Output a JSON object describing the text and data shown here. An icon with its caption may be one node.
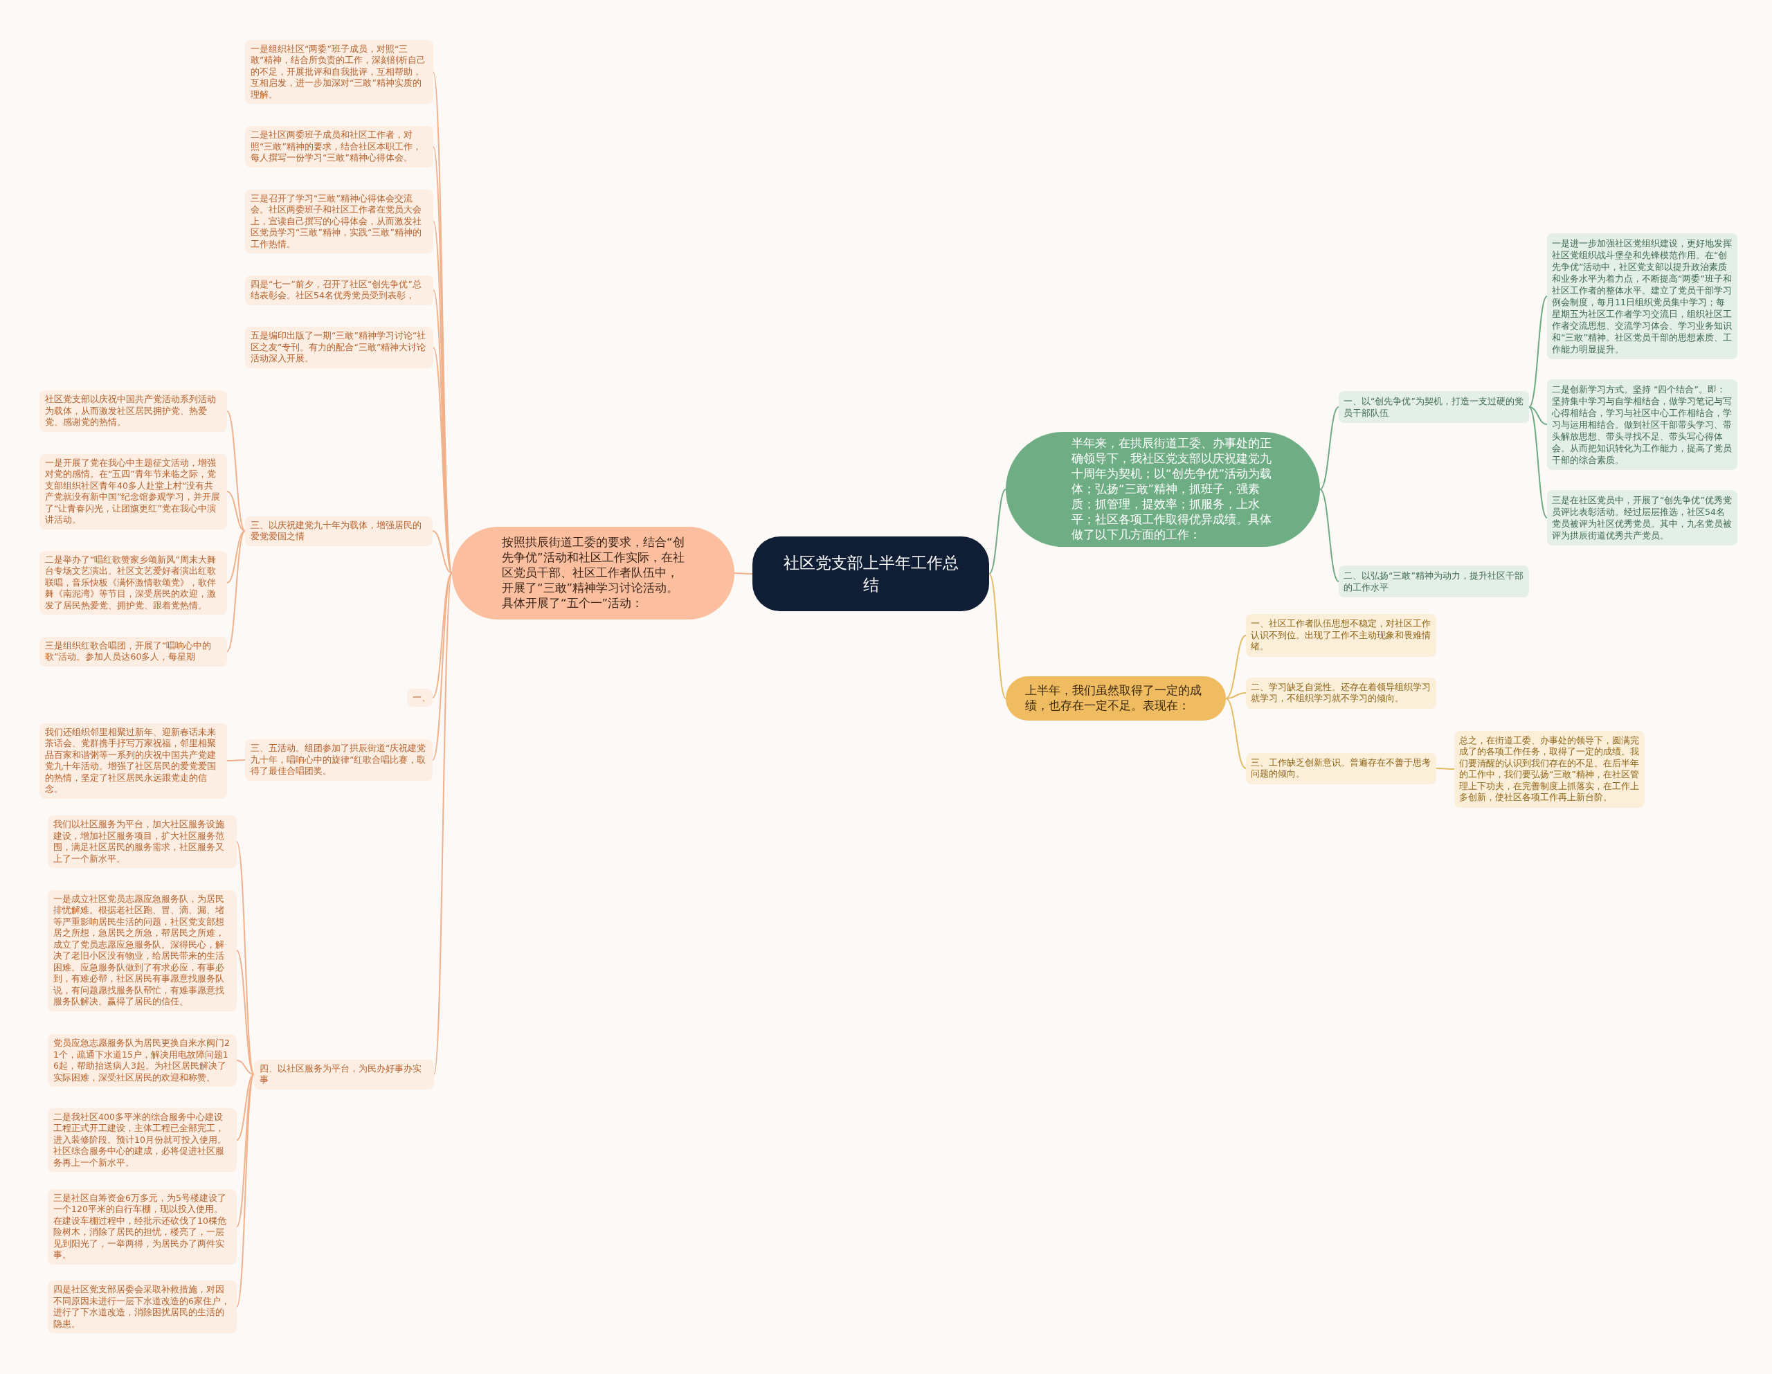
{
  "diagram": {
    "nodes": [
      {
        "text": [
          "社区党支部上半年工作总结"
        ]
      },
      {
        "text": [
          "按照拱辰街道工委的要求，结合“创先争优”活动和社区工作实际，在社区党员干部、社区工作者队伍中，开展了“三敢”精神学习讨论活动。具体开展了“五个一”活动："
        ]
      },
      {
        "text": [
          "一是组织社区“两委”班子成员，对照“三敢”精神，结合所负责的工作，深刻剖析自己的不足，开展批评和自我批评，互相帮助，互相启发，进一步加深对“三敢”精神实质的理解。"
        ]
      },
      {
        "text": [
          "二是社区两委班子成员和社区工作者，对照“三敢”精神的要求，结合社区本职工作，每人撰写一份学习“三敢”精神心得体会。"
        ]
      },
      {
        "text": [
          "三是召开了学习“三敢”精神心得体会交流会。社区两委班子和社区工作者在党员大会上，宣读自己撰写的心得体会，从而激发社区党员学习“三敢”精神，实践“三敢”精神的工作热情。"
        ]
      },
      {
        "text": [
          "四是“七一”前夕，召开了社区“创先争优”总结表彰会。社区54名优秀党员受到表彰，"
        ]
      },
      {
        "text": [
          "五是编印出版了一期“三敢”精神学习讨论“社区之友”专刊。有力的配合“三敢”精神大讨论活动深入开展。"
        ]
      },
      {
        "text": [
          "三、以庆祝建党九十年为载体，增强居民的爱党爱国之情"
        ]
      },
      {
        "text": [
          "社区党支部以庆祝中国共产党活动系列活动为载体，从而激发社区居民拥护党、热爱党、感谢党的热情。"
        ]
      },
      {
        "text": [
          "一是开展了党在我心中主题征文活动，增强对党的感情。在“五四”青年节来临之际，党支部组织社区青年40多人赴堂上村“没有共产党就没有新中国”纪念馆参观学习，并开展了“让青春闪光，让团旗更红”党在我心中演讲活动。"
        ]
      },
      {
        "text": [
          "二是举办了“唱红歌赞家乡颂新风”周末大舞台专场文艺演出。社区文艺爱好者演出红歌联唱，音乐快板《满怀激情歌颂党》，歌伴舞《南泥湾》等节目，深受居民的欢迎，激发了居民热爱党、拥护党、跟着党热情。"
        ]
      },
      {
        "text": [
          "三是组织红歌合唱团，开展了“唱响心中的歌”活动。参加人员达60多人，每星期"
        ]
      },
      {
        "text": [
          "一、"
        ]
      },
      {
        "text": [
          "三、五活动。组团参加了拱辰街道“庆祝建党九十年，唱响心中的旋律”红歌合唱比赛，取得了最佳合唱团奖。"
        ]
      },
      {
        "text": [
          "我们还组织邻里相聚过新年、迎新春话未来茶话会、党群携手抒写万家祝福，邻里相聚品百家和谐粥等一系列的庆祝中国共产党建党九十年活动。增强了社区居民的爱党爱国的热情，坚定了社区居民永远跟党走的信念。"
        ]
      },
      {
        "text": [
          "四、以社区服务为平台，为民办好事办实事"
        ]
      },
      {
        "text": [
          "我们以社区服务为平台，加大社区服务设施建设，增加社区服务项目，扩大社区服务范围，满足社区居民的服务需求，社区服务又上了一个新水平。"
        ]
      },
      {
        "text": [
          "一是成立社区党员志愿应急服务队，为居民排忧解难。根据老社区跑、冒、滴、漏、堵等严重影响居民生活的问题，社区党支部想居之所想，急居民之所急，帮居民之所难，成立了党员志愿应急服务队。深得民心，解决了老旧小区没有物业，给居民带来的生活困难。应急服务队做到了有求必应，有事必到，有难必帮，社区居民有事愿意找服务队说，有问题愿找服务队帮忙，有难事愿意找服务队解决。赢得了居民的信任。"
        ]
      },
      {
        "text": [
          "党员应急志愿服务队为居民更换自来水阀门21个，疏通下水道15户，解决用电故障问题16起，帮助抬送病人3起。为社区居民解决了实际困难，深受社区居民的欢迎和称赞。"
        ]
      },
      {
        "text": [
          "二是我社区400多平米的综合服务中心建设工程正式开工建设，主体工程已全部完工，进入装修阶段。预计10月份就可投入使用。社区综合服务中心的建成，必将促进社区服务再上一个新水平。"
        ]
      },
      {
        "text": [
          "三是社区自筹资金6万多元，为5号楼建设了一个120平米的自行车棚，现以投入使用。在建设车棚过程中，经批示还砍伐了10棵危险树木，消除了居民的担忧，楼亮了，一层见到阳光了，一举两得，为居民办了两件实事。"
        ]
      },
      {
        "text": [
          "四是社区党支部居委会采取补救措施，对因不同原因未进行一层下水道改造的6家住户，进行了下水道改造，消除困扰居民的生活的隐患。"
        ]
      },
      {
        "text": [
          "半年来，在拱辰街道工委、办事处的正确领导下，我社区党支部以庆祝建党九十周年为契机；以“创先争优”活动为载体；弘扬“三敢”精神，抓班子，强素质；抓管理，提效率；抓服务，上水平；社区各项工作取得优异成绩。具体做了以下几方面的工作："
        ]
      },
      {
        "text": [
          "一、以“创先争优”为契机，打造一支过硬的党员干部队伍"
        ]
      },
      {
        "text": [
          "一是进一步加强社区党组织建设，更好地发挥社区党组织战斗堡垒和先锋模范作用。在“创先争优”活动中，社区党支部以提升政治素质和业务水平为着力点，不断提高“两委”班子和社区工作者的整体水平。建立了党员干部学习例会制度，每月11日组织党员集中学习；每星期五为社区工作者学习交流日，组织社区工作者交流思想、交流学习体会、学习业务知识和“三敢”精神。社区党员干部的思想素质、工作能力明显提升。"
        ]
      },
      {
        "text": [
          "二是创新学习方式。坚持 “四个结合”。即：坚持集中学习与自学相结合，做学习笔记与写心得相结合，学习与社区中心工作相结合，学习与运用相结合。做到社区干部带头学习、带头解放思想、带头寻找不足、带头写心得体会。从而把知识转化为工作能力，提高了党员干部的综合素质。"
        ]
      },
      {
        "text": [
          "三是在社区党员中，开展了“创先争优”优秀党员评比表彰活动。经过层层推选，社区54名党员被评为社区优秀党员。其中，九名党员被评为拱辰街道优秀共产党员。"
        ]
      },
      {
        "text": [
          "二、以弘扬“三敢”精神为动力，提升社区干部的工作水平"
        ]
      },
      {
        "text": [
          "上半年，我们虽然取得了一定的成绩，也存在一定不足。表现在："
        ]
      },
      {
        "text": [
          "一、社区工作者队伍思想不稳定，对社区工作认识不到位。出现了工作不主动现象和畏难情绪。"
        ]
      },
      {
        "text": [
          "二、学习缺乏自觉性。还存在着领导组织学习就学习，不组织学习就不学习的倾向。"
        ]
      },
      {
        "text": [
          "三、工作缺乏创新意识。普遍存在不善于思考问题的倾向。"
        ]
      },
      {
        "text": [
          "总之，在街道工委、办事处的领导下，圆满完成了的各项工作任务，取得了一定的成绩。我们要清醒的认识到我们存在的不足。在后半年的工作中，我们要弘扬“三敢”精神，在社区管理上下功夫，在完善制度上抓落实，在工作上多创新，使社区各项工作再上新台阶。"
        ]
      }
    ],
    "edges": [
      {
        "from": 0,
        "to": 1,
        "arrow": "none"
      },
      {
        "from": 1,
        "to": 2,
        "arrow": "none"
      },
      {
        "from": 1,
        "to": 3,
        "arrow": "none"
      },
      {
        "from": 1,
        "to": 4,
        "arrow": "none"
      },
      {
        "from": 1,
        "to": 5,
        "arrow": "none"
      },
      {
        "from": 1,
        "to": 6,
        "arrow": "none"
      },
      {
        "from": 1,
        "to": 7,
        "arrow": "none"
      },
      {
        "from": 7,
        "to": 8,
        "arrow": "none"
      },
      {
        "from": 7,
        "to": 9,
        "arrow": "none"
      },
      {
        "from": 7,
        "to": 10,
        "arrow": "none"
      },
      {
        "from": 7,
        "to": 11,
        "arrow": "none"
      },
      {
        "from": 1,
        "to": 12,
        "arrow": "none"
      },
      {
        "from": 1,
        "to": 13,
        "arrow": "none"
      },
      {
        "from": 13,
        "to": 14,
        "arrow": "none"
      },
      {
        "from": 1,
        "to": 15,
        "arrow": "none"
      },
      {
        "from": 15,
        "to": 16,
        "arrow": "none"
      },
      {
        "from": 15,
        "to": 17,
        "arrow": "none"
      },
      {
        "from": 15,
        "to": 18,
        "arrow": "none"
      },
      {
        "from": 15,
        "to": 19,
        "arrow": "none"
      },
      {
        "from": 15,
        "to": 20,
        "arrow": "none"
      },
      {
        "from": 15,
        "to": 21,
        "arrow": "none"
      },
      {
        "from": 0,
        "to": 22,
        "arrow": "none",
        "color": "#6fa985"
      },
      {
        "from": 22,
        "to": 23,
        "arrow": "none",
        "color": "#6fa985"
      },
      {
        "from": 23,
        "to": 24,
        "arrow": "none",
        "color": "#6fa985"
      },
      {
        "from": 23,
        "to": 25,
        "arrow": "none",
        "color": "#6fa985"
      },
      {
        "from": 23,
        "to": 26,
        "arrow": "none",
        "color": "#6fa985"
      },
      {
        "from": 22,
        "to": 27,
        "arrow": "none",
        "color": "#6fa985"
      },
      {
        "from": 0,
        "to": 28,
        "arrow": "none",
        "color": "#e3bc63"
      },
      {
        "from": 28,
        "to": 29,
        "arrow": "none",
        "color": "#e3bc63"
      },
      {
        "from": 28,
        "to": 30,
        "arrow": "none",
        "color": "#e3bc63"
      },
      {
        "from": 28,
        "to": 31,
        "arrow": "none",
        "color": "#e3bc63"
      },
      {
        "from": 31,
        "to": 32,
        "arrow": "none",
        "color": "#e3bc63"
      }
    ]
  }
}
